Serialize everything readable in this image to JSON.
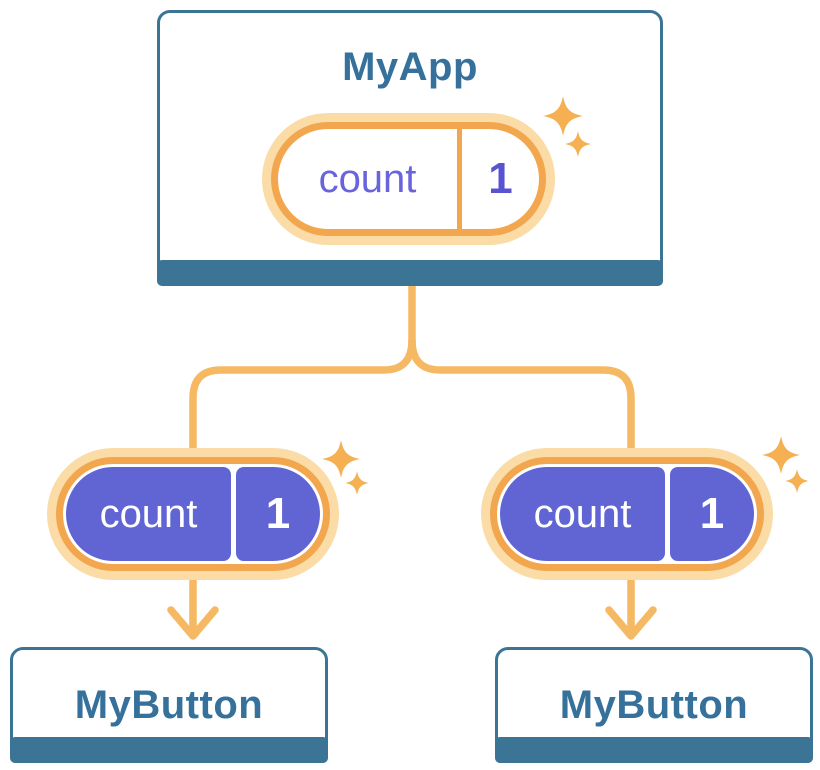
{
  "diagram": {
    "description": "React component tree passing state as props",
    "root": {
      "title": "MyApp",
      "pill": {
        "label": "count",
        "value": "1"
      }
    },
    "children": [
      {
        "title": "MyButton",
        "pill": {
          "label": "count",
          "value": "1"
        }
      },
      {
        "title": "MyButton",
        "pill": {
          "label": "count",
          "value": "1"
        }
      }
    ]
  },
  "colors": {
    "card_border": "#3B7495",
    "title_text": "#35719A",
    "pill_ring_orange": "#F2A74F",
    "pill_glow_orange": "#FBDCA6",
    "connector_orange": "#F6B963",
    "sparkle_orange": "#F5B052",
    "prop_pill_purple": "#6165D4",
    "state_label_purple": "#6A64DC",
    "state_value_purple": "#5853D1",
    "prop_text_white": "#FFFFFF"
  }
}
